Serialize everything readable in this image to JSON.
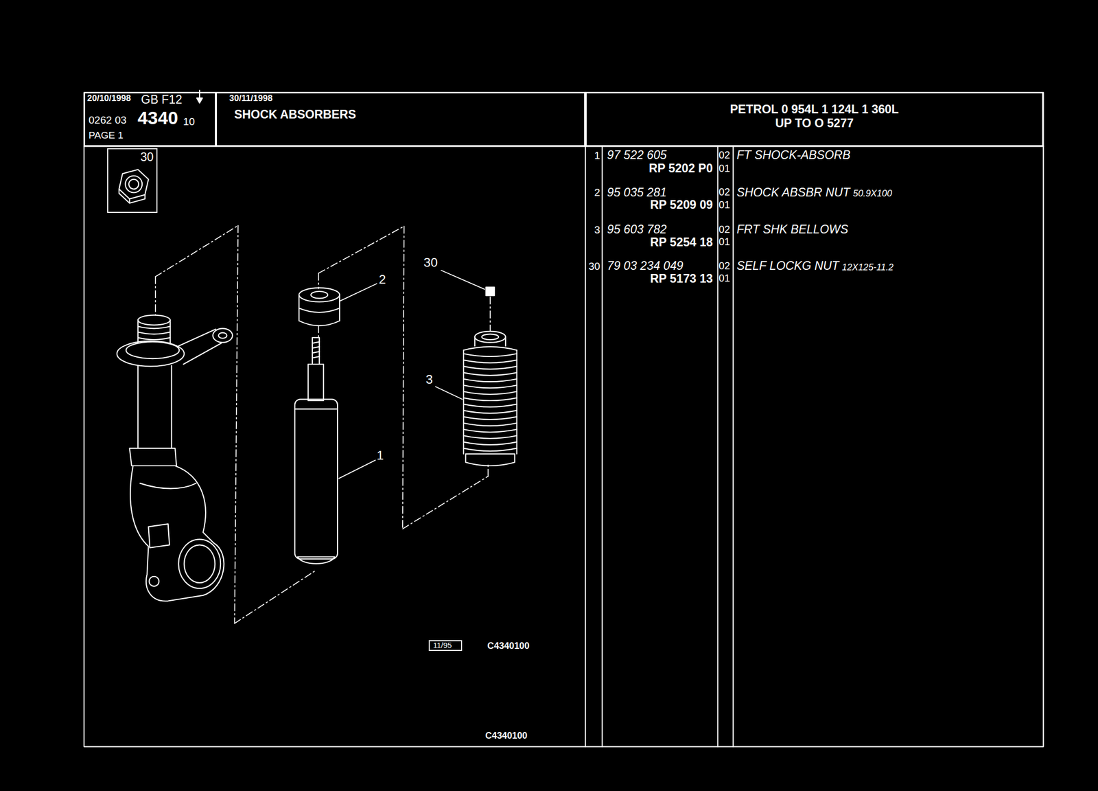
{
  "diagram": {
    "title": "SHOCK ABSORBERS",
    "nodes": [
      {
        "text": [
          "20/10/1998",
          "GB F12",
          "0262 03",
          "4340",
          "10",
          "PAGE 1"
        ]
      },
      {
        "text": [
          "30/11/1998"
        ]
      },
      {
        "text": [
          "PETROL 0 954L 1 124L 1 360L UP TO O 5277"
        ]
      },
      {
        "text": [
          "30"
        ]
      },
      {
        "text": [
          "11/95"
        ]
      }
    ],
    "labels": [
      "1",
      "97 522 605",
      "RP 5202 P0",
      "02",
      "01",
      "FT SHOCK-ABSORB",
      "2",
      "95 035 281",
      "RP 5209 09",
      "02",
      "01",
      "SHOCK ABSBR NUT",
      "50.9X100",
      "3",
      "95 603 782",
      "RP 5254 18",
      "02",
      "01",
      "FRT SHK BELLOWS",
      "30",
      "79 03 234 049",
      "RP 5173 13",
      "02",
      "01",
      "SELF LOCKG NUT",
      "12X125-11.2",
      "30",
      "2",
      "3",
      "1",
      "C4340100",
      "C4340100"
    ]
  }
}
